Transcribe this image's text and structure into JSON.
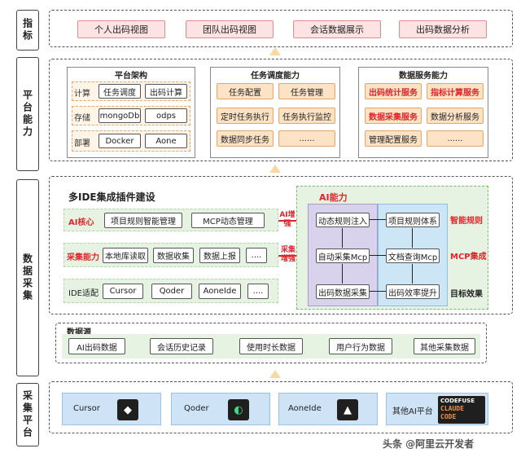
{
  "layers": {
    "indicator": "指标",
    "platform": "平台能力",
    "collection": "数据采集",
    "collect_platform": "采集平台"
  },
  "indicators": [
    "个人出码视图",
    "团队出码视图",
    "会话数据展示",
    "出码数据分析"
  ],
  "platform_arch": {
    "title": "平台架构",
    "rows": [
      {
        "label": "计算",
        "items": [
          "任务调度",
          "出码计算"
        ]
      },
      {
        "label": "存储",
        "items": [
          "mongoDb",
          "odps"
        ]
      },
      {
        "label": "部署",
        "items": [
          "Docker",
          "Aone"
        ]
      }
    ]
  },
  "task_schedule": {
    "title": "任务调度能力",
    "items": [
      "任务配置",
      "任务管理",
      "定时任务执行",
      "任务执行监控",
      "数据同步任务",
      "......"
    ]
  },
  "data_service": {
    "title": "数据服务能力",
    "items": [
      "出码统计服务",
      "指标计算服务",
      "数据采集服务",
      "数据分析服务",
      "管理配置服务",
      "......"
    ]
  },
  "ide_plugin": {
    "title": "多IDE集成插件建设",
    "ai_core": {
      "label": "AI核心",
      "items": [
        "项目规则智能管理",
        "MCP动态管理"
      ]
    },
    "collect": {
      "label": "采集能力",
      "items": [
        "本地库读取",
        "数据收集",
        "数据上报",
        "...."
      ]
    },
    "ide": {
      "label": "IDE适配",
      "items": [
        "Cursor",
        "Qoder",
        "AoneIde",
        "...."
      ]
    },
    "ai_enhance": "AI增强",
    "collect_enhance": "采集增强"
  },
  "ai_capability": {
    "title": "AI能力",
    "left": [
      "动态规则注入",
      "自动采集Mcp",
      "出码数据采集"
    ],
    "right": [
      "项目规则体系",
      "文档查询Mcp",
      "出码效率提升"
    ],
    "tags": [
      "智能规则",
      "MCP集成",
      "目标效果"
    ]
  },
  "datasource": {
    "title": "数据源",
    "items": [
      "AI出码数据",
      "会话历史记录",
      "使用时长数据",
      "用户行为数据",
      "其他采集数据"
    ]
  },
  "platforms": [
    {
      "name": "Cursor",
      "icon": "cursor-logo-icon"
    },
    {
      "name": "Qoder",
      "icon": "qoder-logo-icon"
    },
    {
      "name": "AoneIde",
      "icon": "aoneide-logo-icon"
    },
    {
      "name": "其他AI平台",
      "icon": "codefuse-claude-logo-icon"
    }
  ],
  "logo_text": [
    "CODEFUSE",
    "CLAUDE",
    "CODE"
  ],
  "watermark": "头条 @阿里云开发者",
  "colors": {
    "accent_red": "#e0252b",
    "pink": "#fde3e3",
    "orange": "#fde3c6",
    "green": "#e6f3e2",
    "purple": "#d9d2ec",
    "blue": "#cde6f5",
    "platform_blue": "#cfe3f6"
  }
}
